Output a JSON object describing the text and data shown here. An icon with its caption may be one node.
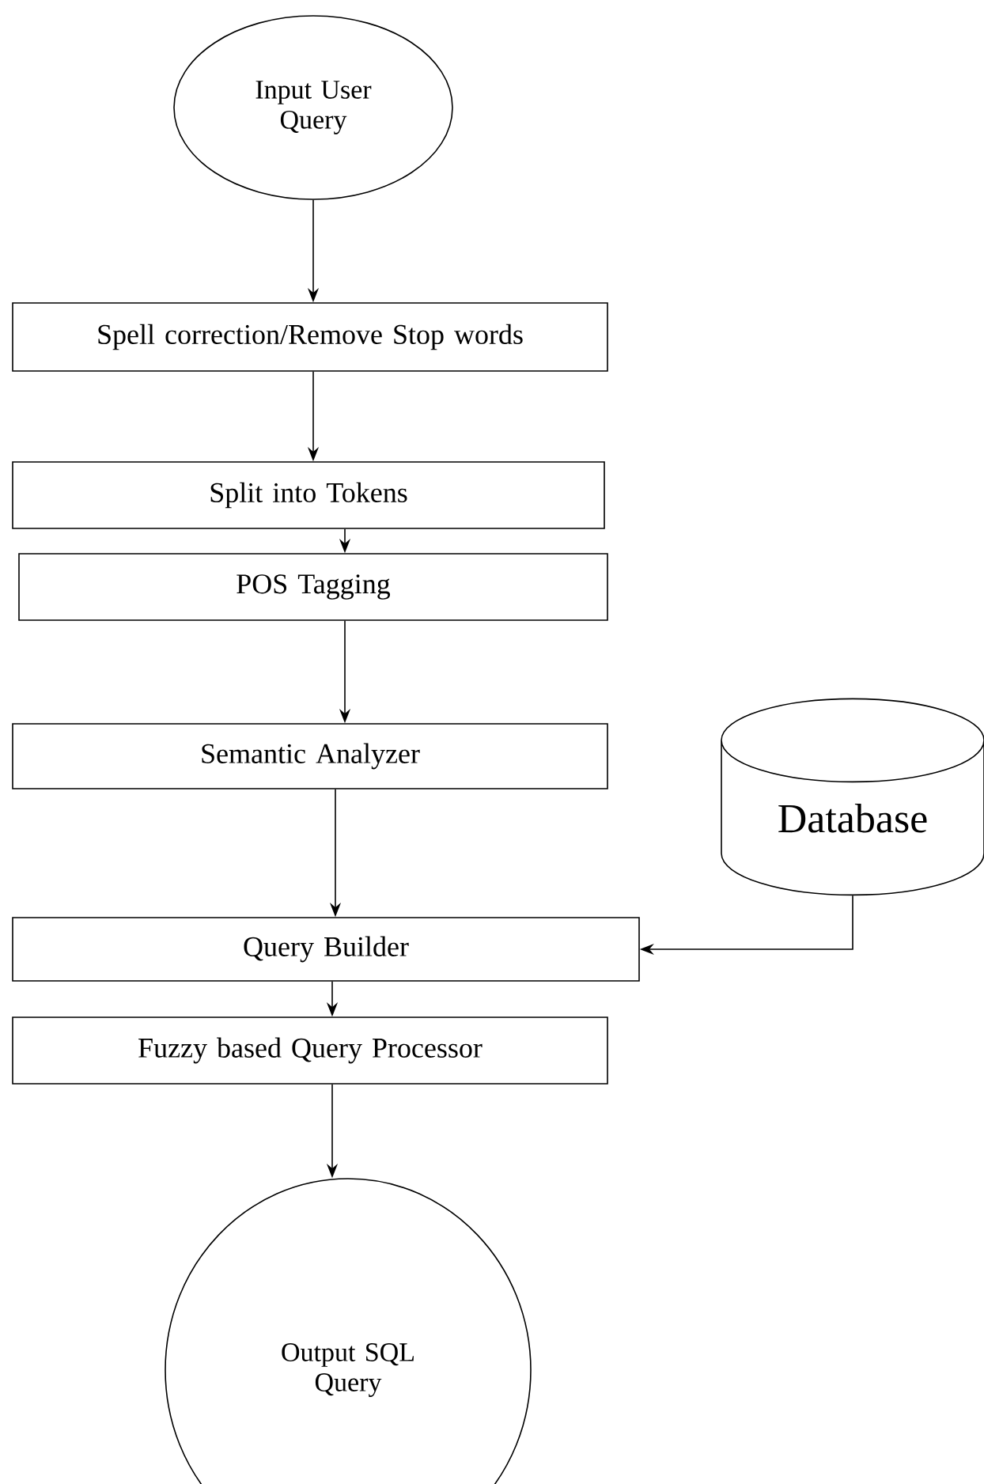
{
  "diagram": {
    "nodes": [
      {
        "text": [
          "Input User Query"
        ]
      },
      {
        "text": [
          "Spell correction/Remove Stop words"
        ]
      },
      {
        "text": [
          "Split into Tokens"
        ]
      },
      {
        "text": [
          "POS Tagging"
        ]
      },
      {
        "text": [
          "Semantic Analyzer"
        ]
      },
      {
        "text": [
          "Database"
        ]
      },
      {
        "text": [
          "Query Builder"
        ]
      },
      {
        "text": [
          "Fuzzy based Query Processor"
        ]
      },
      {
        "text": [
          "Output SQL Query"
        ]
      }
    ],
    "edges": [
      {
        "from": 0,
        "to": 1,
        "arrow": "to"
      },
      {
        "from": 1,
        "to": 2,
        "arrow": "to"
      },
      {
        "from": 2,
        "to": 3,
        "arrow": "to"
      },
      {
        "from": 3,
        "to": 4,
        "arrow": "to"
      },
      {
        "from": 5,
        "to": 6,
        "arrow": "to"
      },
      {
        "from": 4,
        "to": 6,
        "arrow": "to"
      },
      {
        "from": 6,
        "to": 7,
        "arrow": "to"
      },
      {
        "from": 7,
        "to": 8,
        "arrow": "to"
      }
    ]
  }
}
